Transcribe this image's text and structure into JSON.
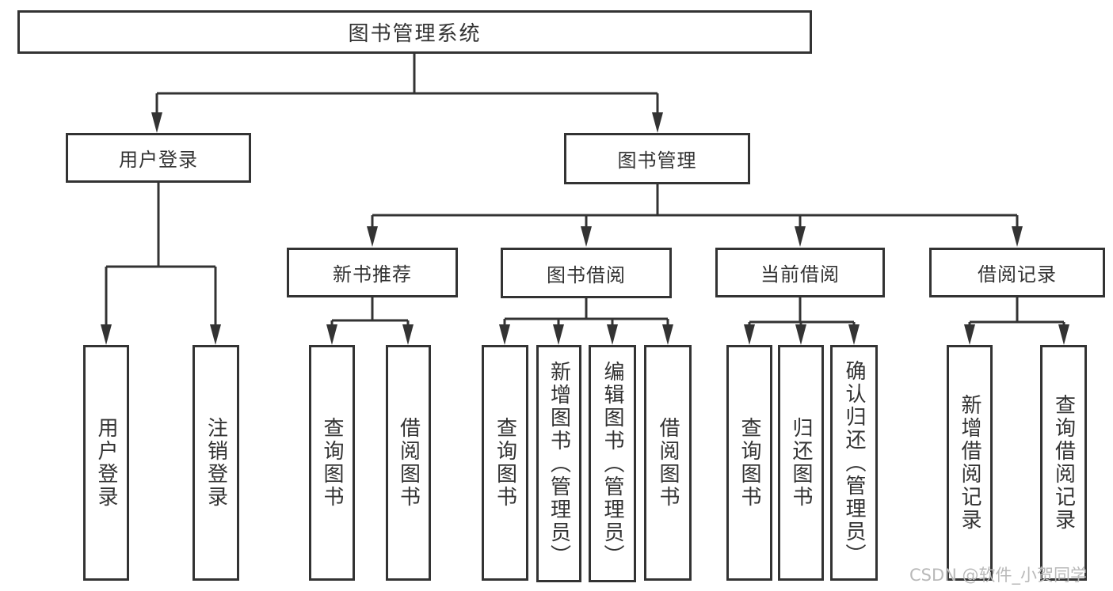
{
  "tree": {
    "root": {
      "label": "图书管理系统"
    },
    "branches": [
      {
        "label": "用户登录",
        "children": [
          {
            "label": "用户登录"
          },
          {
            "label": "注销登录"
          }
        ]
      },
      {
        "label": "图书管理",
        "children": [
          {
            "label": "新书推荐",
            "children": [
              {
                "label": "查询图书"
              },
              {
                "label": "借阅图书"
              }
            ]
          },
          {
            "label": "图书借阅",
            "children": [
              {
                "label": "查询图书"
              },
              {
                "label": "新增图书（管理员）"
              },
              {
                "label": "编辑图书（管理员）"
              },
              {
                "label": "借阅图书"
              }
            ]
          },
          {
            "label": "当前借阅",
            "children": [
              {
                "label": "查询图书"
              },
              {
                "label": "归还图书"
              },
              {
                "label": "确认归还（管理员）"
              }
            ]
          },
          {
            "label": "借阅记录",
            "children": [
              {
                "label": "新增借阅记录"
              },
              {
                "label": "查询借阅记录"
              }
            ]
          }
        ]
      }
    ]
  },
  "watermark": {
    "text": "CSDN @软件_小贺同学"
  },
  "colors": {
    "line": "#333333",
    "text": "#333333",
    "box_background": "#ffffff",
    "watermark": "#b9b9b9",
    "page_background": "#ffffff"
  }
}
